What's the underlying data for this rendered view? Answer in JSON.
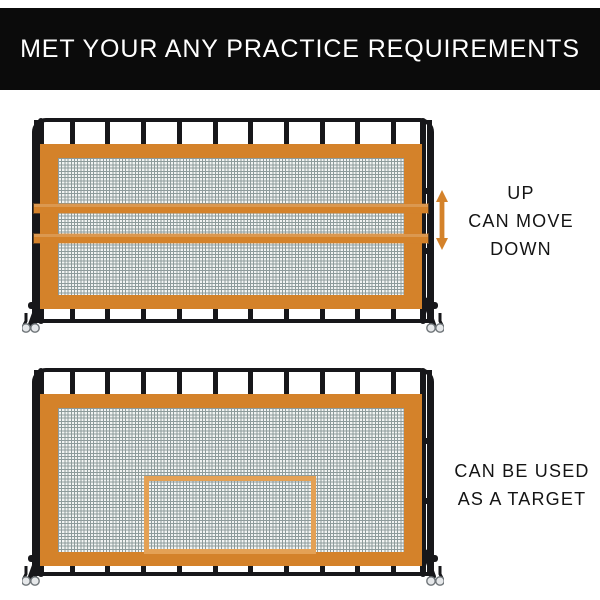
{
  "banner": {
    "title": "MET YOUR ANY PRACTICE REQUIREMENTS",
    "background_color": "#0b0b0b",
    "text_color": "#ffffff"
  },
  "colors": {
    "orange_panel": "#d4822a",
    "orange_target": "#e4a155",
    "frame_black": "#17171a",
    "mesh_light": "#f2f4f3",
    "mesh_line": "#8d9b9b",
    "caster_gray": "#c9ccce"
  },
  "products": [
    {
      "id": "top-rebounder",
      "name": "adjustable-rebounder",
      "frame_bar_count": 12,
      "strap_count": 2,
      "caster_count": 2,
      "has_target_rectangle": false
    },
    {
      "id": "bottom-rebounder",
      "name": "target-rebounder",
      "frame_bar_count": 12,
      "strap_count": 0,
      "caster_count": 2,
      "has_target_rectangle": true
    }
  ],
  "callouts": [
    {
      "id": "up-can-move-down",
      "icon": "double-arrow-vertical-icon",
      "lines": [
        "UP",
        "CAN MOVE",
        "DOWN"
      ]
    },
    {
      "id": "can-be-used-as-a-target",
      "icon": null,
      "lines": [
        "CAN BE USED",
        "AS A TARGET"
      ]
    }
  ]
}
